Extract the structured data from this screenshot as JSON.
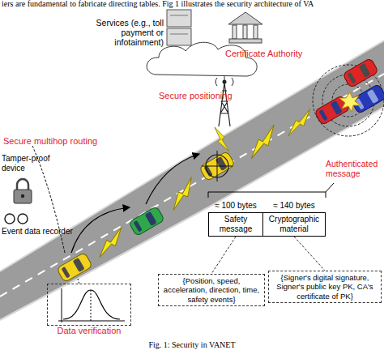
{
  "diagram": {
    "caption": "Fig. 1: Security in VANET",
    "nodes": [
      {
        "text": [
          "≈ 100 bytes",
          "Safety message"
        ]
      },
      {
        "text": [
          "≈ 140 bytes",
          "Cryptographic material"
        ]
      },
      {
        "text": [
          "Data verification"
        ]
      },
      {
        "text": [
          "{Position, speed, acceleration, direction, time, safety events}"
        ]
      },
      {
        "text": [
          "{Signer's digital signature, Signer's public key PK, CA's certificate of PK}"
        ]
      }
    ],
    "edges": [
      {
        "from": 0,
        "to": 3,
        "arrow": "none"
      },
      {
        "from": 1,
        "to": 4,
        "arrow": "none"
      }
    ],
    "labels": [
      "iers are fundamental to fabricate directing tables. Fig 1 illustrates the security architecture of VA",
      "Services (e.g., toll payment or infotainment)",
      "Certificate Authority",
      "Secure positioning",
      "Secure multihop routing",
      "Authenticated message",
      "Tamper-proof device",
      "Event data recorder"
    ]
  }
}
